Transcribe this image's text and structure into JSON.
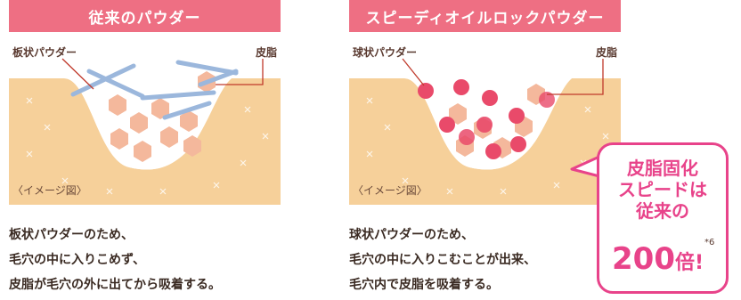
{
  "left": {
    "title": "従来のパウダー",
    "label_powder": "板状パウダー",
    "label_sebum": "皮脂",
    "caption": "〈イメージ図〉",
    "desc": [
      "板状パウダーのため、",
      "毛穴の中に入りこめず、",
      "皮脂が毛穴の外に出てから吸着する。"
    ]
  },
  "right": {
    "title": "スピーディオイルロックパウダー",
    "label_powder": "球状パウダー",
    "label_sebum": "皮脂",
    "caption": "〈イメージ図〉",
    "desc": [
      "球状パウダーのため、",
      "毛穴の中に入りこむことが出来、",
      "毛穴内で皮脂を吸着する。"
    ]
  },
  "badge": {
    "lines": [
      "皮脂固化",
      "スピードは",
      "従来の"
    ],
    "number": "200",
    "unit": "倍!",
    "note": "*6"
  },
  "colors": {
    "title_bg": "#ee6f83",
    "skin": "#f6d09a",
    "sebum": "#f4b89c",
    "sphere": "#e94a6a",
    "plate": "#9bb7dc",
    "badge": "#e8438a"
  }
}
